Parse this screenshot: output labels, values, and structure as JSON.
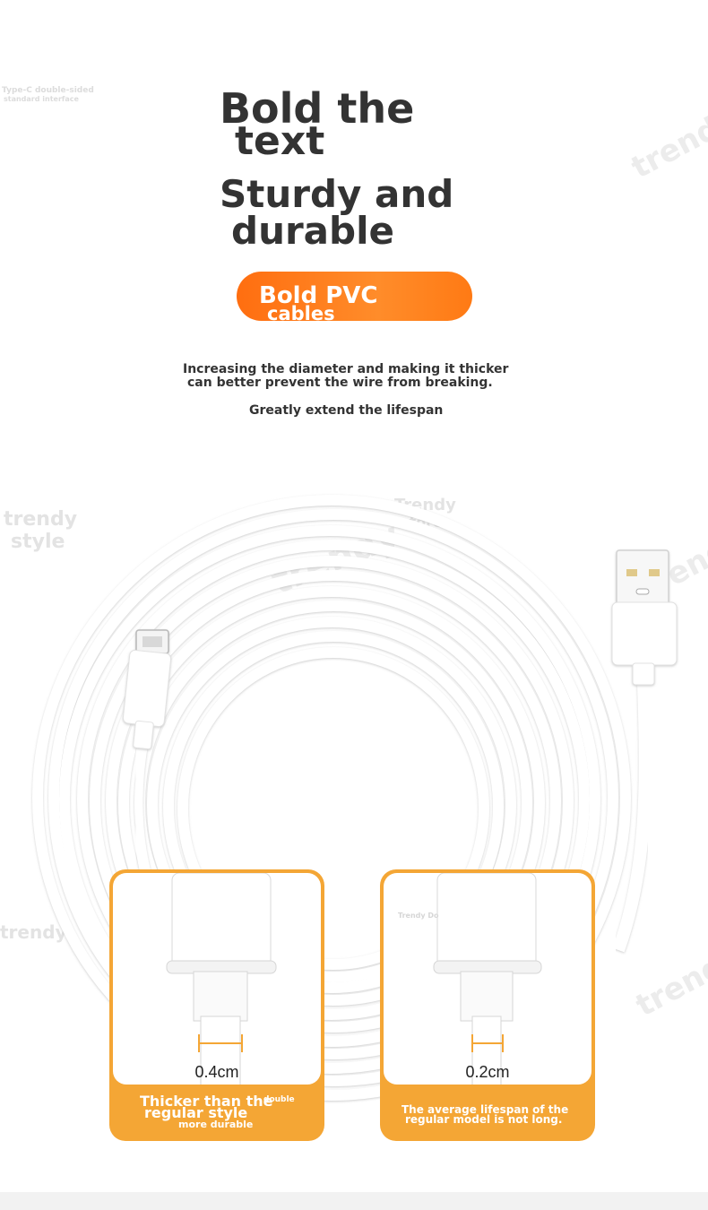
{
  "heading": {
    "line1": "Bold the",
    "line2": "text",
    "line3": "Sturdy and",
    "line4": "durable"
  },
  "badge": {
    "line1": "Bold PVC",
    "line2": "cables"
  },
  "description": {
    "line1": "Increasing the diameter and making it thicker",
    "line2": "can better prevent the wire from breaking.",
    "line3": "Greatly extend the lifespan"
  },
  "watermarks": {
    "tl1": "Type-C double-sided",
    "tl2": "standard interface",
    "trendy_style_1": "trendy",
    "trendy_style_2": "style",
    "trendy_store_1": "Trendy",
    "trendy_store_2": "store",
    "trendy_left": "trendy",
    "trendy_card": "Trendy Do",
    "brand": "trendy",
    "double": "double"
  },
  "comparison": {
    "left": {
      "measurement": "0.4cm",
      "caption1": "Thicker than the",
      "caption2": "regular style",
      "caption3": "more durable"
    },
    "right": {
      "measurement": "0.2cm",
      "caption1": "The average lifespan of the",
      "caption2": "regular model is not long."
    }
  },
  "colors": {
    "accent_orange": "#ff7a14",
    "card_orange": "#f4a635",
    "heading_text": "#333333"
  }
}
